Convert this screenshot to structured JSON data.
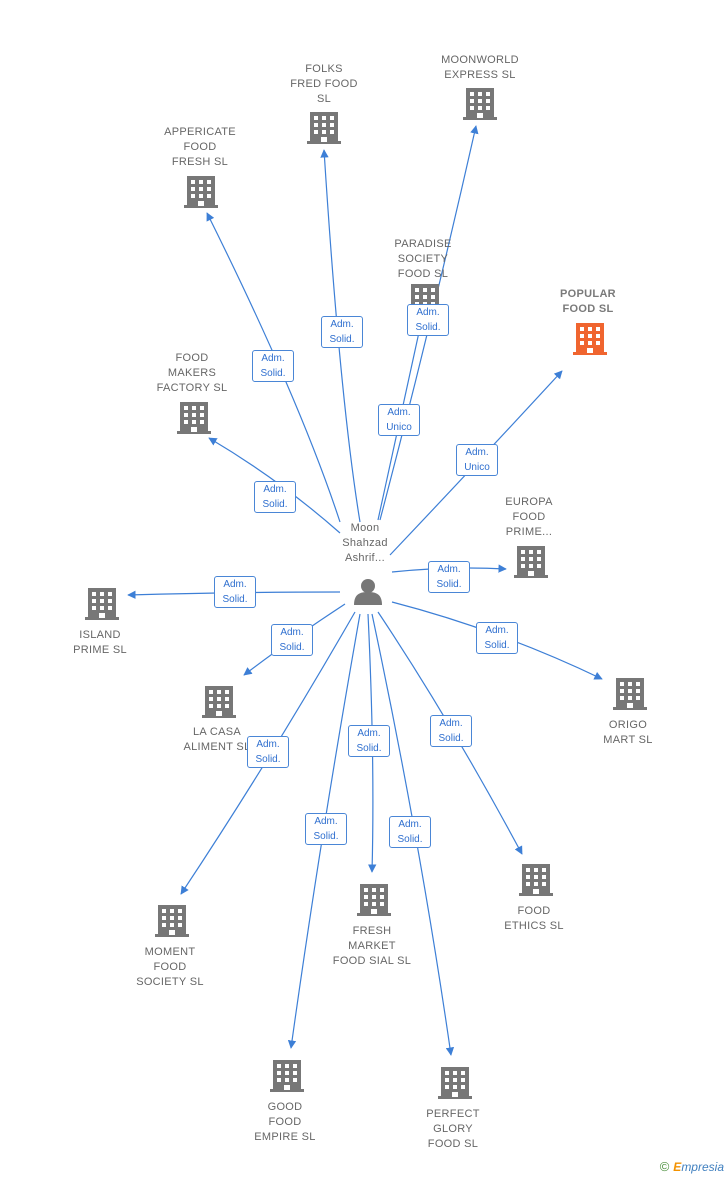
{
  "center": {
    "label_lines": [
      "Moon",
      "Shahzad",
      "Ashrif..."
    ],
    "icon": "person-icon"
  },
  "colors": {
    "edge": "#3d7fd6",
    "building": "#777777",
    "building_highlight": "#f0652f",
    "text": "#666666"
  },
  "companies": [
    {
      "id": "folks-fred-food-sl",
      "label_lines": [
        "FOLKS",
        "FRED FOOD",
        "SL"
      ],
      "edge_label": [
        "Adm.",
        "Solid."
      ],
      "highlight": false
    },
    {
      "id": "moonworld-express-sl",
      "label_lines": [
        "MOONWORLD",
        "EXPRESS  SL"
      ],
      "edge_label": [
        "Adm.",
        "Unico"
      ],
      "highlight": false
    },
    {
      "id": "appericate-food-fresh-sl",
      "label_lines": [
        "APPERICATE",
        "FOOD",
        "FRESH  SL"
      ],
      "edge_label": [
        "Adm.",
        "Solid."
      ],
      "highlight": false
    },
    {
      "id": "paradise-society-food-sl",
      "label_lines": [
        "PARADISE",
        "SOCIETY",
        "FOOD  SL"
      ],
      "edge_label": [
        "Adm.",
        "Solid."
      ],
      "highlight": false
    },
    {
      "id": "popular-food-sl",
      "label_lines": [
        "POPULAR",
        "FOOD  SL"
      ],
      "edge_label": [
        "Adm.",
        "Unico"
      ],
      "highlight": true
    },
    {
      "id": "food-makers-factory-sl",
      "label_lines": [
        "FOOD",
        "MAKERS",
        "FACTORY  SL"
      ],
      "edge_label": [
        "Adm.",
        "Solid."
      ],
      "highlight": false
    },
    {
      "id": "europa-food-prime",
      "label_lines": [
        "EUROPA",
        "FOOD",
        "PRIME..."
      ],
      "edge_label": [
        "Adm.",
        "Solid."
      ],
      "highlight": false
    },
    {
      "id": "island-prime-sl",
      "label_lines": [
        "ISLAND",
        "PRIME  SL"
      ],
      "edge_label": [
        "Adm.",
        "Solid."
      ],
      "highlight": false
    },
    {
      "id": "la-casa-aliment-sl",
      "label_lines": [
        "LA CASA",
        "ALIMENT  SL"
      ],
      "edge_label": [
        "Adm.",
        "Solid."
      ],
      "highlight": false
    },
    {
      "id": "origo-mart-sl",
      "label_lines": [
        "ORIGO",
        "MART  SL"
      ],
      "edge_label": [
        "Adm.",
        "Solid."
      ],
      "highlight": false
    },
    {
      "id": "moment-food-society-sl",
      "label_lines": [
        "MOMENT",
        "FOOD",
        "SOCIETY  SL"
      ],
      "edge_label": [
        "Adm.",
        "Solid."
      ],
      "highlight": false
    },
    {
      "id": "fresh-market-food-sial-sl",
      "label_lines": [
        "FRESH",
        "MARKET",
        "FOOD SIAL  SL"
      ],
      "edge_label": [
        "Adm.",
        "Solid."
      ],
      "highlight": false
    },
    {
      "id": "food-ethics-sl",
      "label_lines": [
        "FOOD",
        "ETHICS  SL"
      ],
      "edge_label": [
        "Adm.",
        "Solid."
      ],
      "highlight": false
    },
    {
      "id": "good-food-empire-sl",
      "label_lines": [
        "GOOD",
        "FOOD",
        "EMPIRE  SL"
      ],
      "edge_label": [
        "Adm.",
        "Solid."
      ],
      "highlight": false
    },
    {
      "id": "perfect-glory-food-sl",
      "label_lines": [
        "PERFECT",
        "GLORY",
        "FOOD  SL"
      ],
      "edge_label": [
        "Adm.",
        "Solid."
      ],
      "highlight": false
    }
  ],
  "credit": {
    "symbol": "©",
    "brand_initial": "E",
    "brand_rest": "mpresia"
  }
}
